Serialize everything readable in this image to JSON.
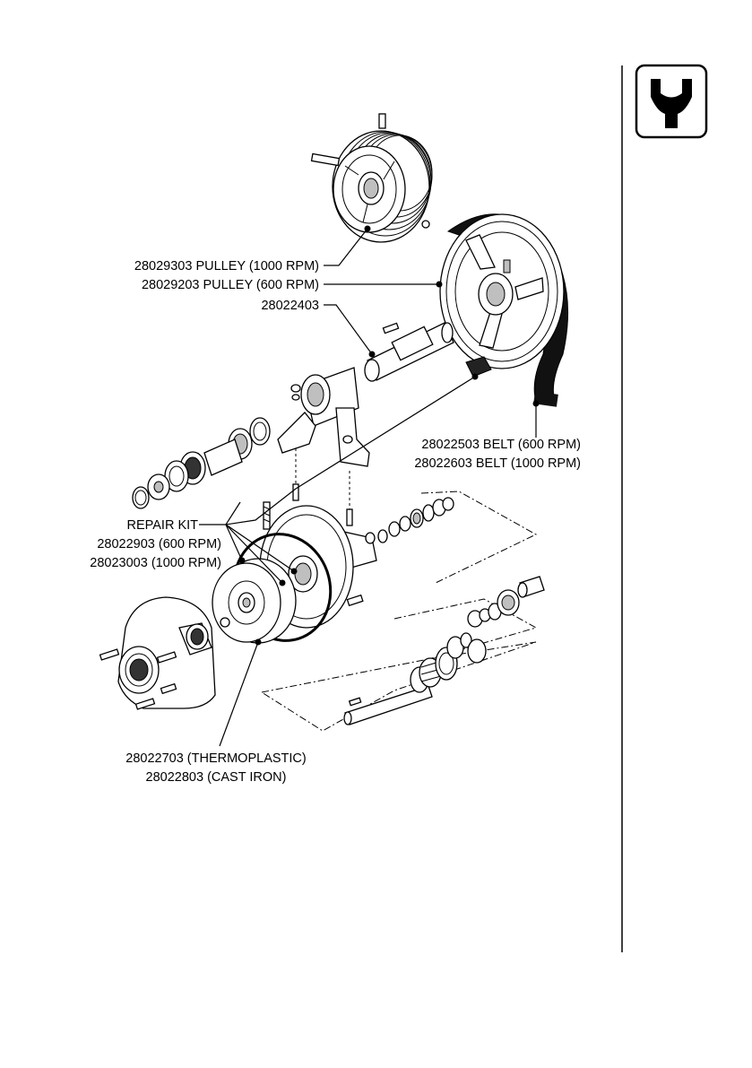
{
  "sidebar": {
    "icon": "wrench-icon"
  },
  "labels": {
    "pulley_1000": "28029303 PULLEY (1000 RPM)",
    "pulley_600": "28029203 PULLEY (600 RPM)",
    "shaft": "28022403",
    "belt_600": "28022503 BELT (600 RPM)",
    "belt_1000": "28022603 BELT (1000 RPM)",
    "repair_kit": "REPAIR KIT",
    "repair_600": "28022903 (600 RPM)",
    "repair_1000": "28023003 (1000 RPM)",
    "impeller_thermo": "28022703 (THERMOPLASTIC)",
    "impeller_iron": "28022803 (CAST IRON)"
  }
}
